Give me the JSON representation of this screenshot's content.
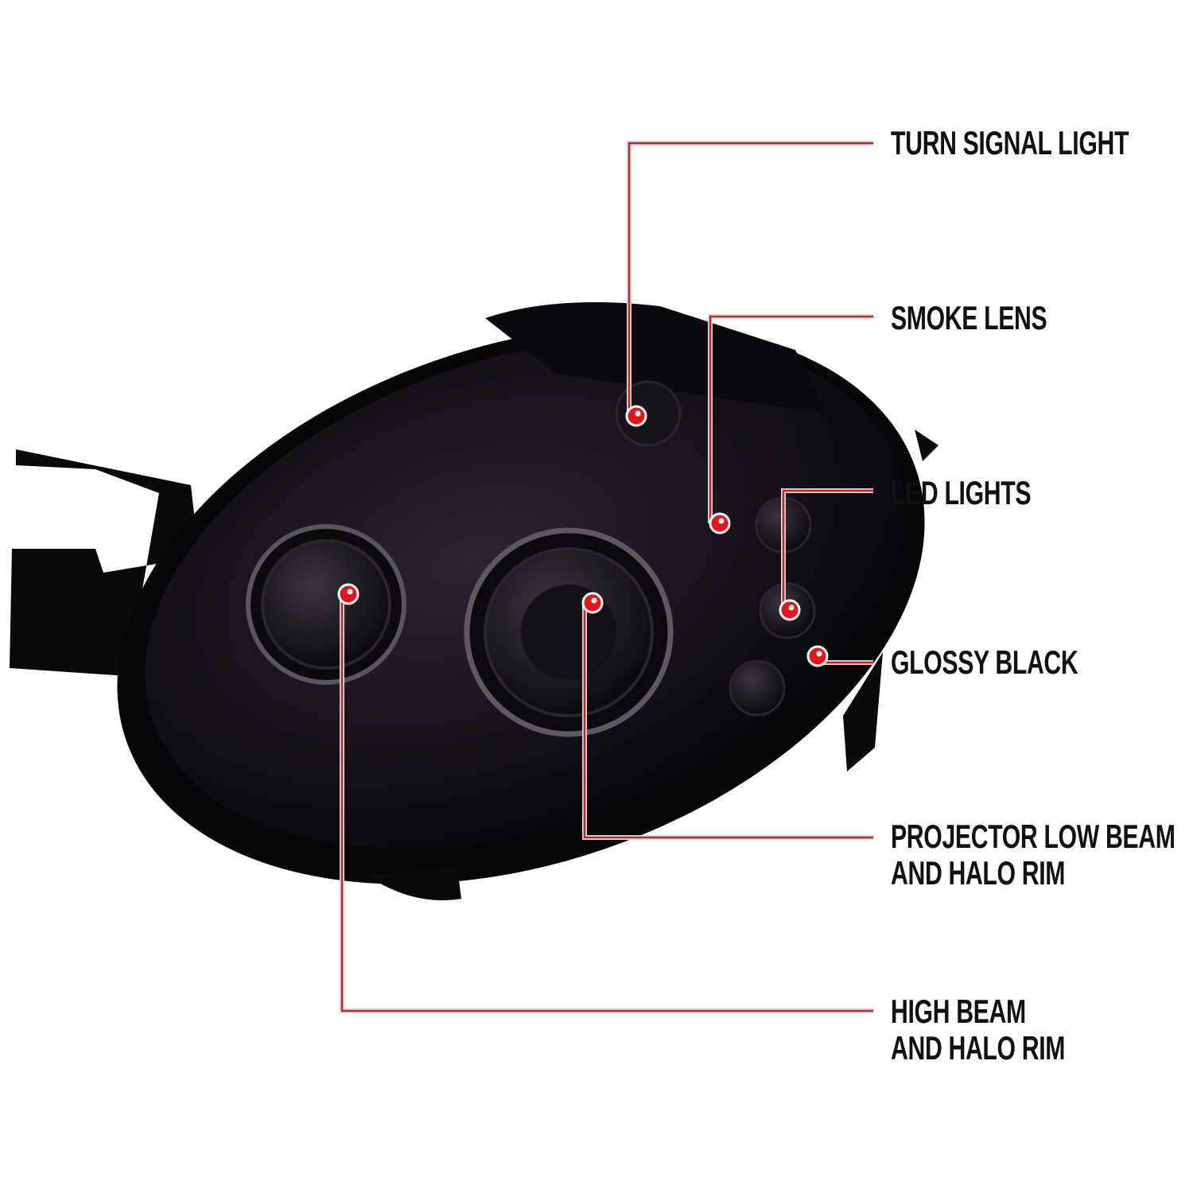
{
  "callouts": [
    {
      "id": "turn-signal-light",
      "lines": [
        "TURN SIGNAL LIGHT"
      ]
    },
    {
      "id": "smoke-lens",
      "lines": [
        "SMOKE LENS"
      ]
    },
    {
      "id": "led-lights",
      "lines": [
        "LED LIGHTS"
      ]
    },
    {
      "id": "glossy-black",
      "lines": [
        "GLOSSY BLACK"
      ]
    },
    {
      "id": "projector-low-beam",
      "lines": [
        "PROJECTOR LOW BEAM",
        "AND HALO RIM"
      ]
    },
    {
      "id": "high-beam",
      "lines": [
        "HIGH BEAM",
        "AND HALO RIM"
      ]
    }
  ],
  "colors": {
    "leader_line": "#c0272d",
    "dot": "#e8141c",
    "housing": "#0d0a10",
    "lens_tint": "#1c1722"
  }
}
